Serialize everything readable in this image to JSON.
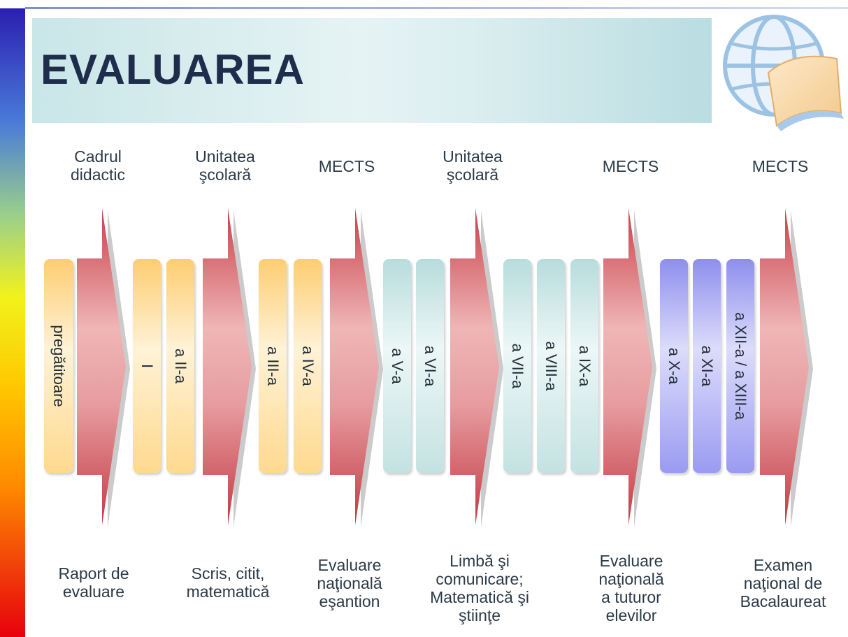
{
  "title": "EVALUAREA",
  "colors": {
    "pill_orange": "#fdcd72",
    "pill_teal": "#b8dcdc",
    "pill_purple": "#8e8fec",
    "arrow_red": "#c8404a",
    "title_text": "#1f2d4d"
  },
  "logo": "globe-book-logo",
  "stages": [
    {
      "evaluator": "Cadrul\ndidactic",
      "grades": [
        "pregătitoare"
      ],
      "grade_color": "orange",
      "assessment": "Raport de\nevaluare"
    },
    {
      "evaluator": "Unitatea\nşcolară",
      "grades": [
        "I",
        "a II-a"
      ],
      "grade_color": "orange",
      "assessment": "Scris, citit,\nmatematică"
    },
    {
      "evaluator": "MECTS",
      "grades": [
        "a III-a",
        "a IV-a"
      ],
      "grade_color": "orange",
      "assessment": "Evaluare\nnaţională\neşantion"
    },
    {
      "evaluator": "Unitatea\nşcolară",
      "grades": [
        "a V-a",
        "a VI-a"
      ],
      "grade_color": "teal",
      "assessment": "Limbă şi\ncomunicare;\nMatematică şi\nştiinţe"
    },
    {
      "evaluator": "MECTS",
      "grades": [
        "a VII-a",
        "a VIII-a",
        "a IX-a"
      ],
      "grade_color": "teal",
      "assessment": "Evaluare\nnaţională\na tuturor\nelevilor"
    },
    {
      "evaluator": "MECTS",
      "grades": [
        "a X-a",
        "a XI-a",
        "a XII-a / a XIII-a"
      ],
      "grade_color": "purple",
      "assessment": "Examen\nnaţional de\nBacalaureat"
    }
  ]
}
